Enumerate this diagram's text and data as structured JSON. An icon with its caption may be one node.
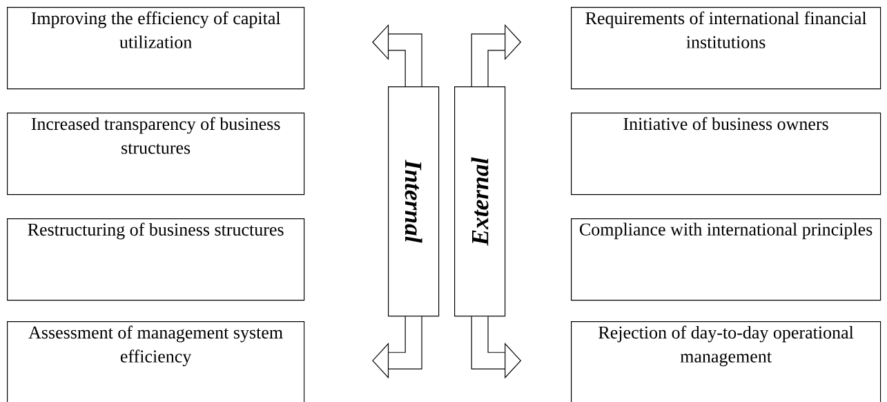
{
  "diagram": {
    "nodes": [
      {
        "text": [
          "Improving the efficiency of capital utilization"
        ]
      },
      {
        "text": [
          "Increased transparency of business structures"
        ]
      },
      {
        "text": [
          "Restructuring of business structures"
        ]
      },
      {
        "text": [
          "Assessment of management system efficiency"
        ]
      },
      {
        "text": [
          "Internal"
        ]
      },
      {
        "text": [
          "External"
        ]
      },
      {
        "text": [
          "Requirements of international financial institutions"
        ]
      },
      {
        "text": [
          "Initiative of business owners"
        ]
      },
      {
        "text": [
          "Compliance with international principles"
        ]
      },
      {
        "text": [
          "Rejection of day-to-day operational management"
        ]
      }
    ],
    "edges": [
      {
        "from": 4,
        "to": null,
        "arrow": "to"
      },
      {
        "from": 4,
        "to": null,
        "arrow": "to"
      },
      {
        "from": 5,
        "to": null,
        "arrow": "to"
      },
      {
        "from": 5,
        "to": null,
        "arrow": "to"
      }
    ]
  }
}
